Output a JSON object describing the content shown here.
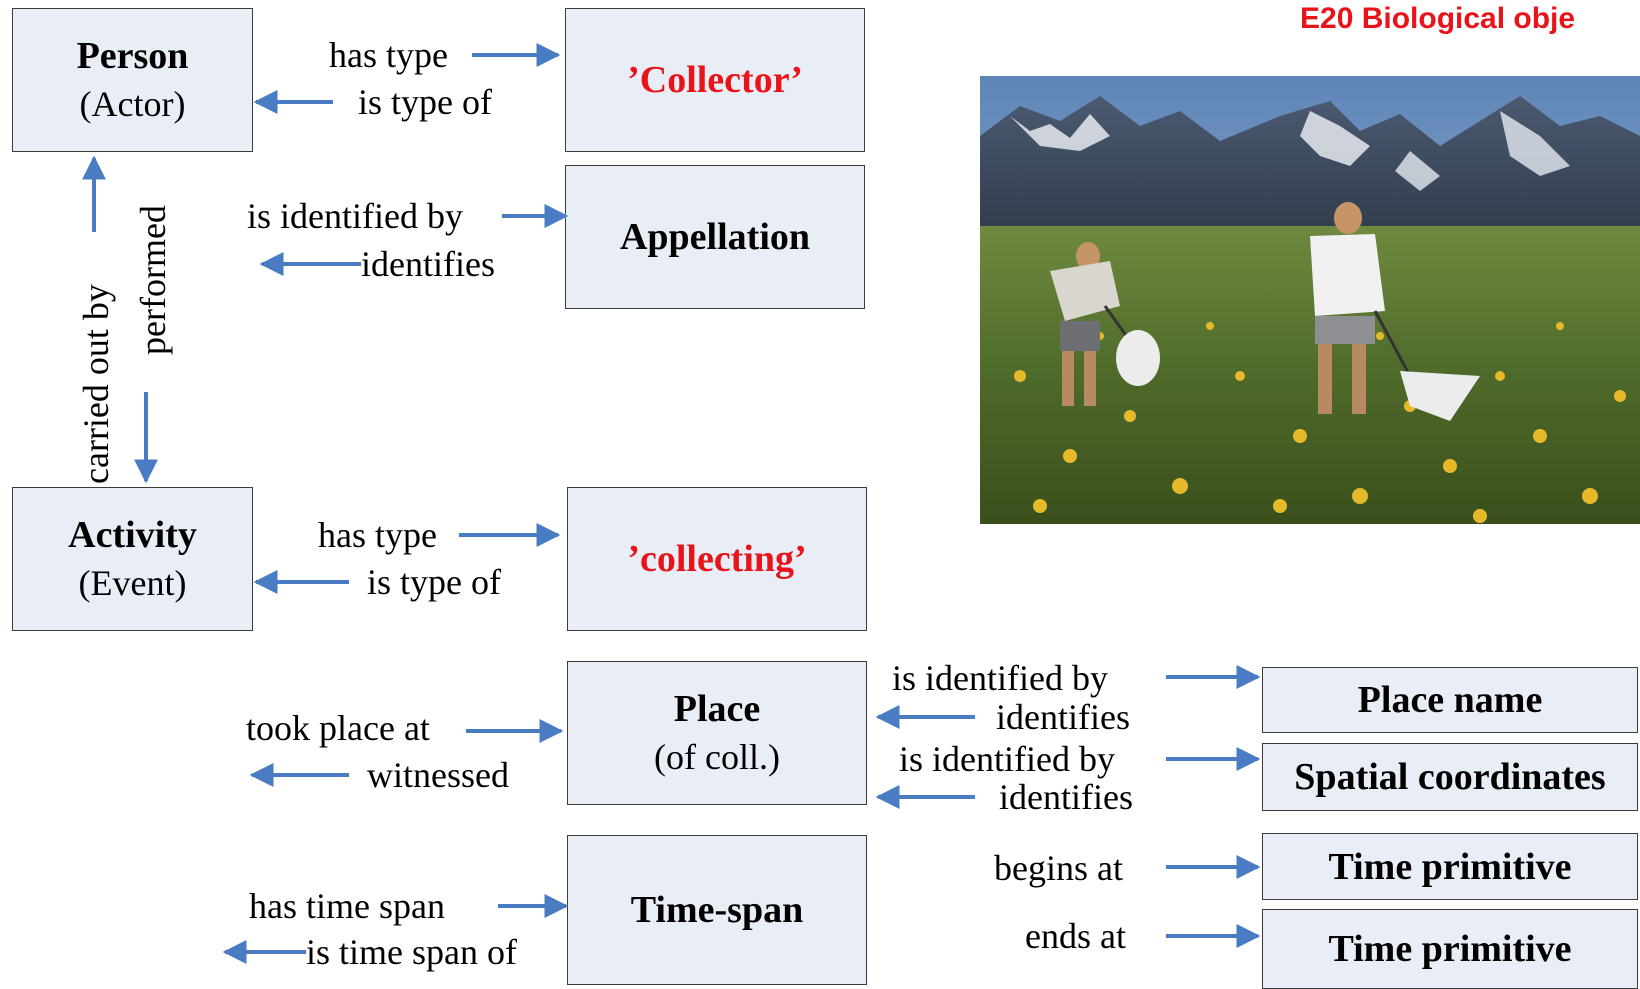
{
  "heading": "E20 Biological obje",
  "colors": {
    "accent_red": "#e8141a",
    "arrow_blue": "#4a7cc4",
    "box_fill": "#e9edf6"
  },
  "boxes": {
    "person": {
      "title": "Person",
      "sub": "(Actor)"
    },
    "collector": {
      "title": "’Collector’"
    },
    "appellation": {
      "title": "Appellation"
    },
    "activity": {
      "title": "Activity",
      "sub": "(Event)"
    },
    "collecting": {
      "title": "’collecting’"
    },
    "place": {
      "title": "Place",
      "sub": "(of coll.)"
    },
    "timespan": {
      "title": "Time-span"
    },
    "place_name": {
      "title": "Place name"
    },
    "spatial": {
      "title": "Spatial coordinates"
    },
    "time_primitive_1": {
      "title": "Time primitive"
    },
    "time_primitive_2": {
      "title": "Time primitive"
    }
  },
  "labels": {
    "person_has_type": "has type",
    "person_is_type_of": "is type of",
    "person_is_identified_by": "is identified by",
    "person_identifies": "identifies",
    "carried_out_by": "carried out by",
    "performed": "performed",
    "activity_has_type": "has type",
    "activity_is_type_of": "is type of",
    "took_place_at": "took place at",
    "witnessed": "witnessed",
    "has_time_span": "has time span",
    "is_time_span_of": "is time span of",
    "place_is_identified_by_1": "is identified by",
    "place_identifies_1": "identifies",
    "place_is_identified_by_2": "is identified by",
    "place_identifies_2": "identifies",
    "begins_at": "begins at",
    "ends_at": "ends at"
  },
  "photo": {
    "subject": "field-collectors-in-meadow-photo"
  }
}
